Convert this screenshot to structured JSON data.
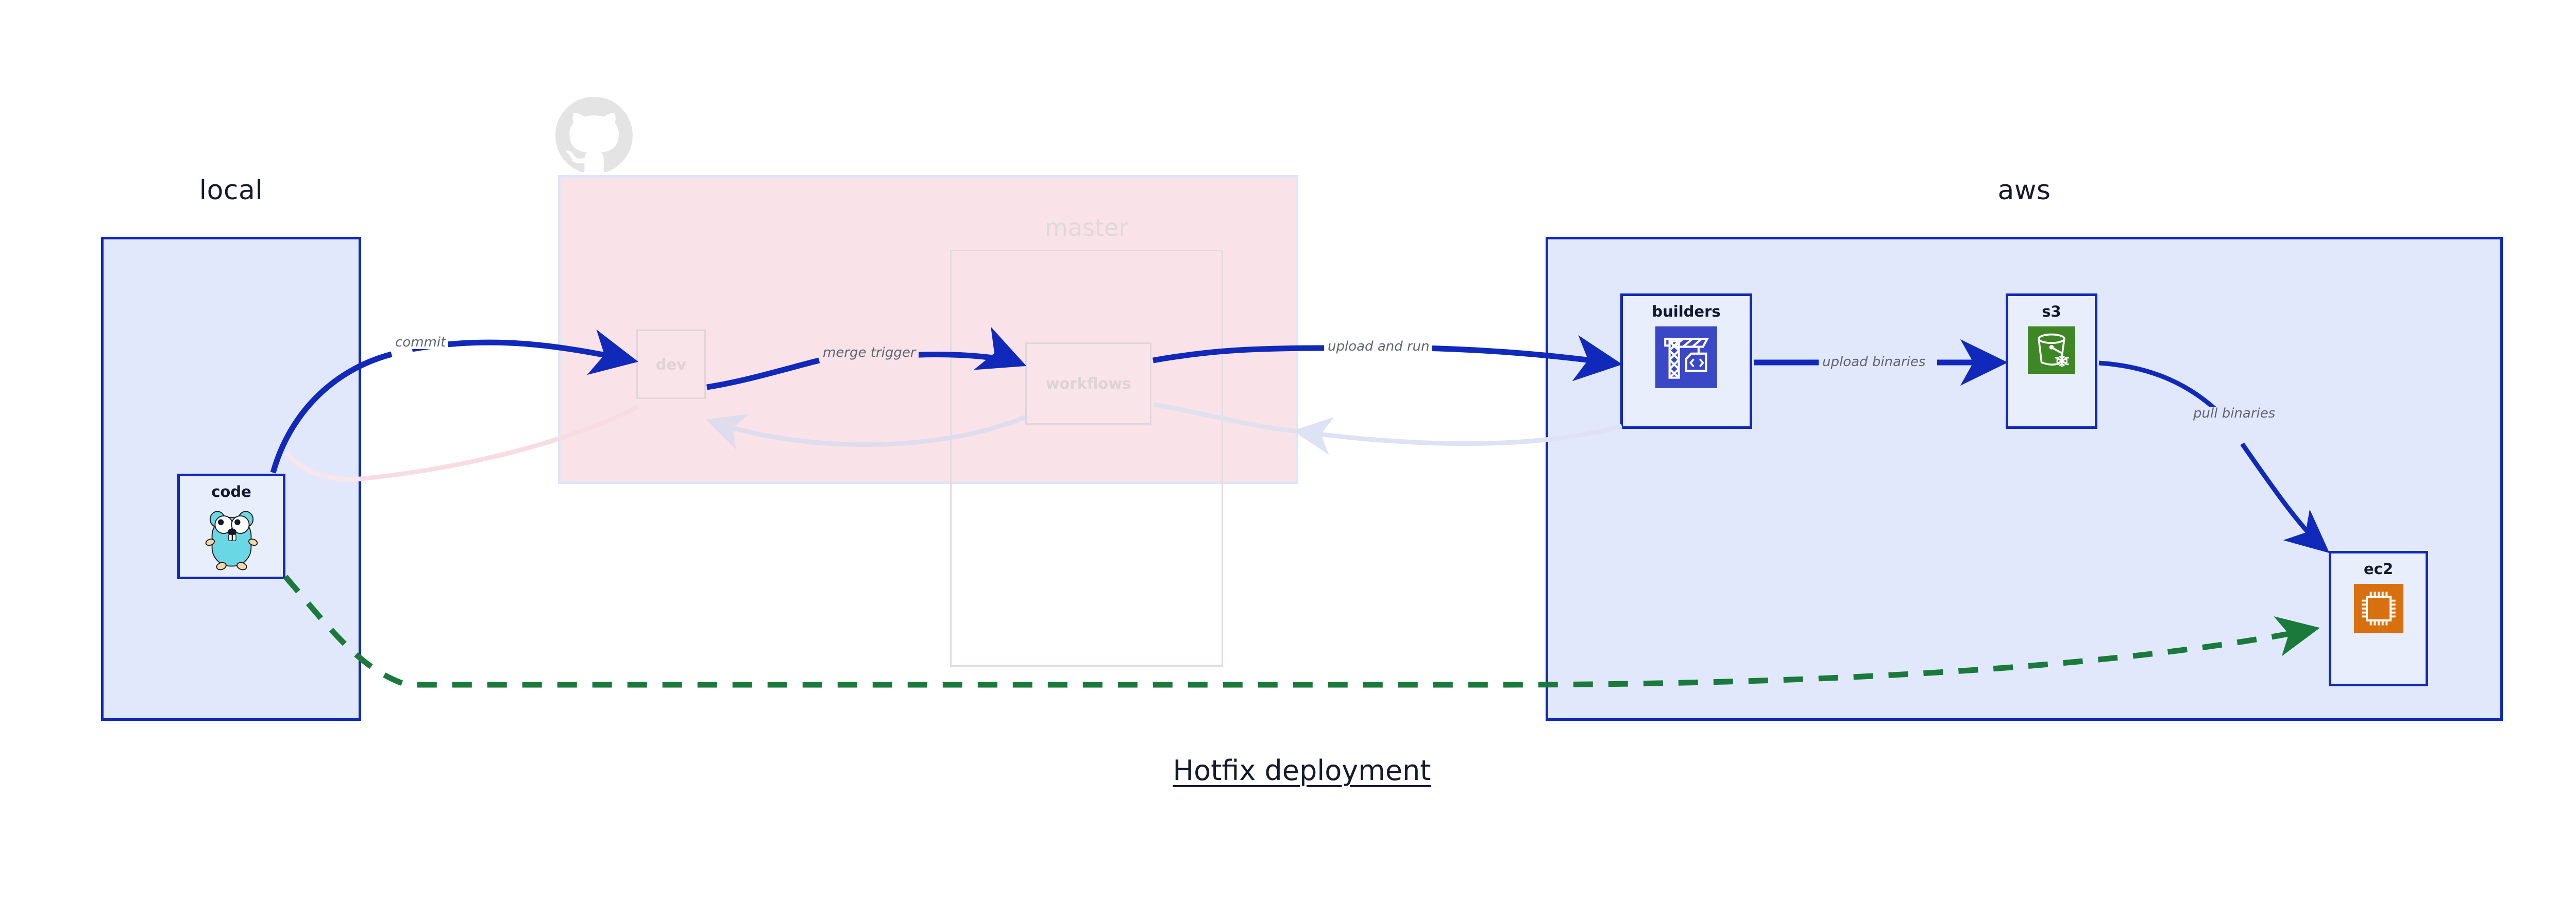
{
  "caption": "Hotfix deployment",
  "groups": [
    {
      "id": "local",
      "title": "local"
    },
    {
      "id": "github",
      "title": "github"
    },
    {
      "id": "aws",
      "title": "aws"
    }
  ],
  "nodes": [
    {
      "id": "code",
      "label": "code",
      "icon": "go-gopher-icon"
    },
    {
      "id": "builders",
      "label": "builders",
      "icon": "aws-codebuild-crane-icon"
    },
    {
      "id": "s3",
      "label": "s3",
      "icon": "aws-s3-glacier-bucket-icon"
    },
    {
      "id": "ec2",
      "label": "ec2",
      "icon": "aws-ec2-chip-icon"
    }
  ],
  "ghost_nodes": [
    {
      "id": "dev",
      "label": "dev"
    },
    {
      "id": "workflows",
      "label": "workflows"
    }
  ],
  "ghost_containers": [
    {
      "id": "master",
      "title": "master"
    }
  ],
  "edges": [
    {
      "id": "commit",
      "label": "commit",
      "from": "code",
      "to": "dev"
    },
    {
      "id": "merge-trigger",
      "label": "merge trigger",
      "from": "dev",
      "to": "workflows"
    },
    {
      "id": "upload-and-run",
      "label": "upload and run",
      "from": "workflows",
      "to": "builders"
    },
    {
      "id": "upload-binaries",
      "label": "upload binaries",
      "from": "builders",
      "to": "s3"
    },
    {
      "id": "pull-binaries",
      "label": "pull binaries",
      "from": "s3",
      "to": "ec2"
    },
    {
      "id": "hotfix-path",
      "label": "",
      "from": "code",
      "to": "ec2",
      "style": "dashed-green"
    }
  ],
  "colors": {
    "accent_blue": "#1029ba",
    "group_blue_fill": "#e2e8fb",
    "github_pink_fill": "#f9e3e8",
    "hotfix_green": "#1a7a3c",
    "codebuild_blue": "#3a48c8",
    "s3_green": "#3f8624",
    "ec2_orange": "#d9700f",
    "gopher_cyan": "#6ad7e5",
    "label_gray": "#5d6472",
    "ghost_gray": "#ded2d8",
    "text_dark": "#141a2e"
  },
  "icon_names": {
    "github": "github-octocat-icon",
    "code": "go-gopher-icon",
    "builders": "aws-codebuild-crane-icon",
    "s3": "aws-s3-glacier-bucket-icon",
    "ec2": "aws-ec2-chip-icon"
  }
}
